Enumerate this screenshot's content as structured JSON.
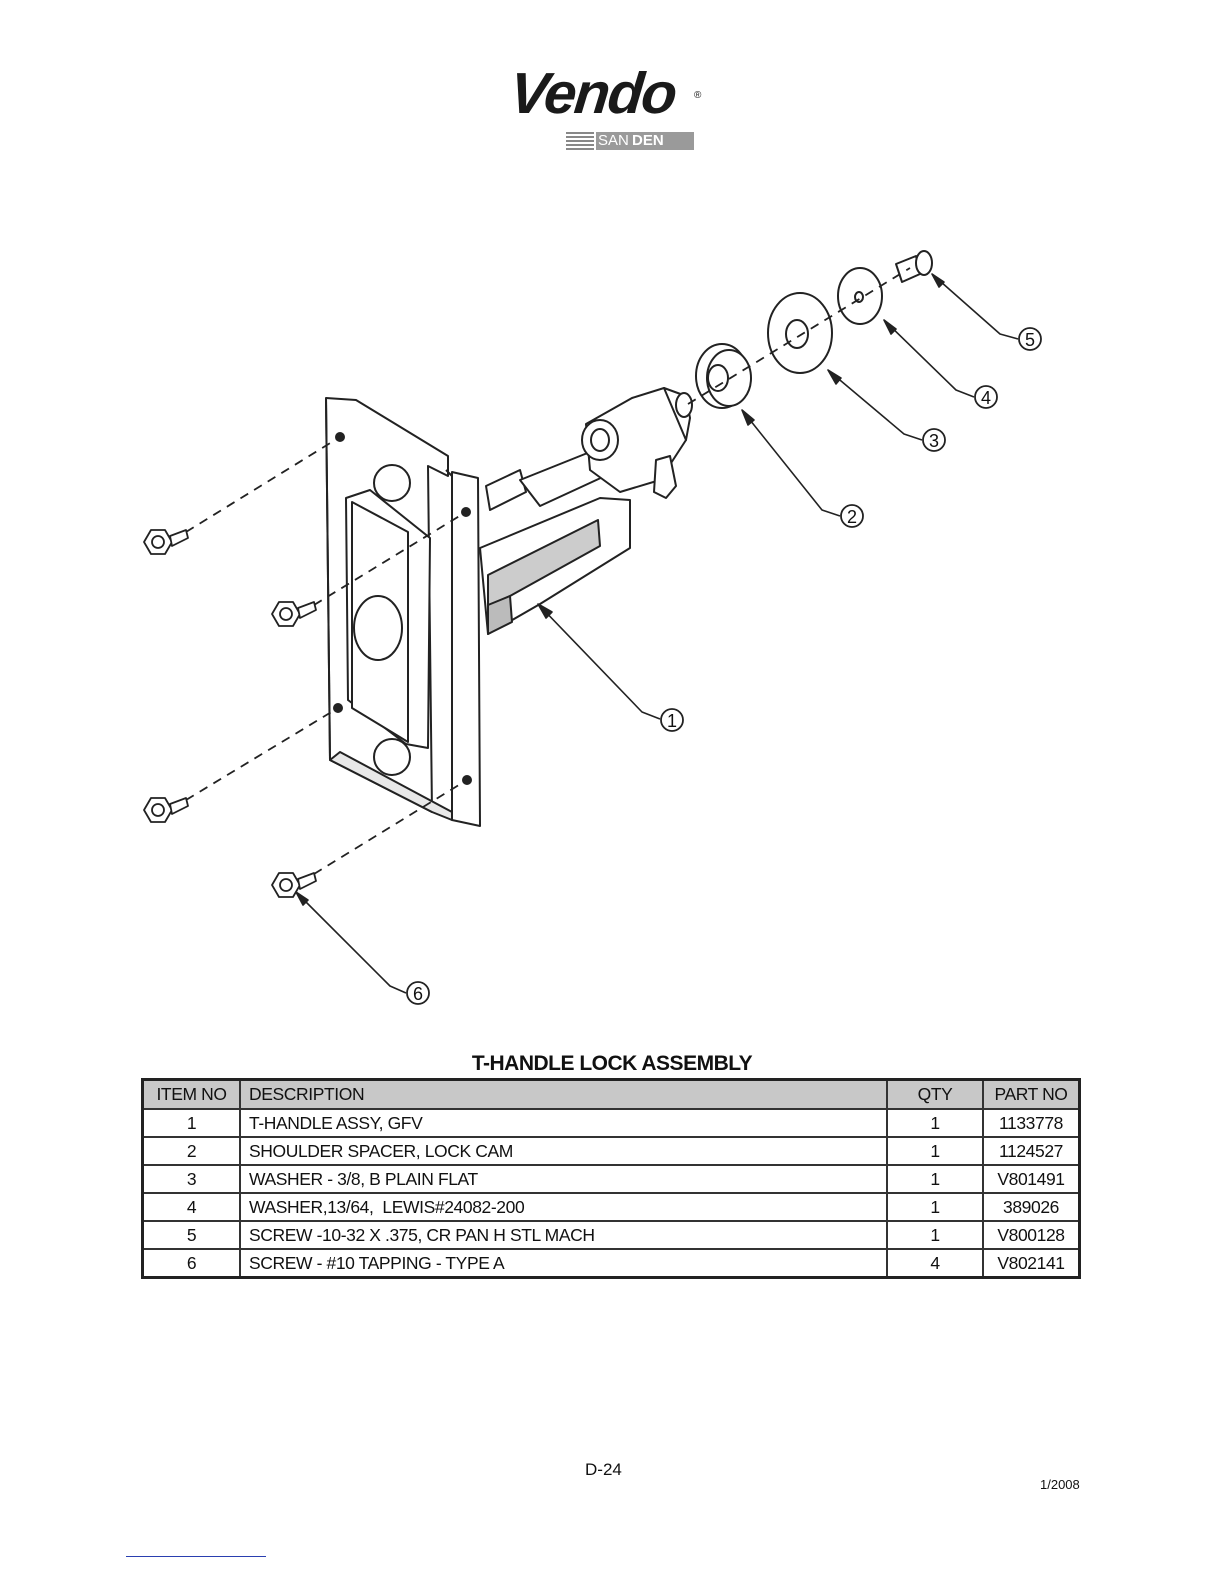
{
  "logo": {
    "brand": "Vendo",
    "reg_mark": "®",
    "sub_san": "SAN",
    "sub_den": "DEN"
  },
  "diagram": {
    "callouts": [
      "1",
      "2",
      "3",
      "4",
      "5",
      "6"
    ]
  },
  "table": {
    "title": "T-HANDLE LOCK ASSEMBLY",
    "headers": {
      "item": "ITEM NO",
      "description": "DESCRIPTION",
      "qty": "QTY",
      "part": "PART NO"
    },
    "rows": [
      {
        "item": "1",
        "description": "T-HANDLE ASSY, GFV",
        "qty": "1",
        "part": "1133778"
      },
      {
        "item": "2",
        "description": "SHOULDER SPACER, LOCK CAM",
        "qty": "1",
        "part": "1124527"
      },
      {
        "item": "3",
        "description": "WASHER - 3/8, B PLAIN FLAT",
        "qty": "1",
        "part": "V801491"
      },
      {
        "item": "4",
        "description": "WASHER,13/64,  LEWIS#24082-200",
        "qty": "1",
        "part": "389026"
      },
      {
        "item": "5",
        "description": "SCREW -10-32 X .375, CR PAN H STL MACH",
        "qty": "1",
        "part": "V800128"
      },
      {
        "item": "6",
        "description": "SCREW - #10 TAPPING - TYPE A",
        "qty": "4",
        "part": "V802141"
      }
    ]
  },
  "footer": {
    "page_number": "D-24",
    "revision_date": "1/2008"
  }
}
